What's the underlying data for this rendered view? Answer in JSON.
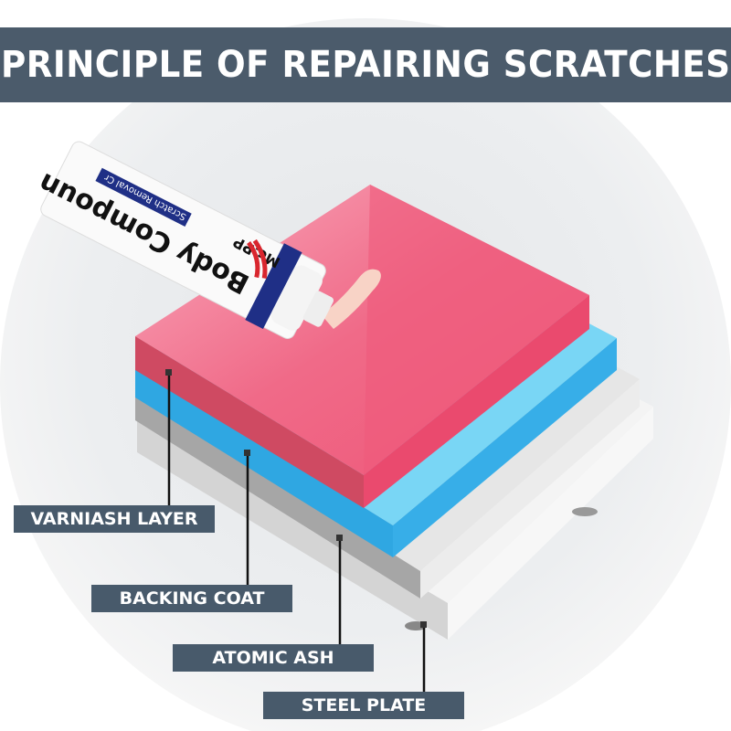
{
  "title": "PRINCIPLE OF REPAIRING SCRATCHES",
  "product": {
    "brand": "Mc.PP",
    "name": "Body Compoun",
    "subtitle": "Scratch Removal Cr"
  },
  "layers": [
    {
      "label": "VARNIASH LAYER",
      "color": "#f0607e"
    },
    {
      "label": "BACKING COAT",
      "color": "#3aaee6"
    },
    {
      "label": "ATOMIC ASH",
      "color": "#a9a9a9"
    },
    {
      "label": "STEEL PLATE",
      "color": "#eeeeee"
    }
  ],
  "colors": {
    "banner": "#4b5b6b",
    "label_bg": "#485a6b",
    "tube_band": "#1f2f86",
    "logo_red": "#d9262e"
  }
}
